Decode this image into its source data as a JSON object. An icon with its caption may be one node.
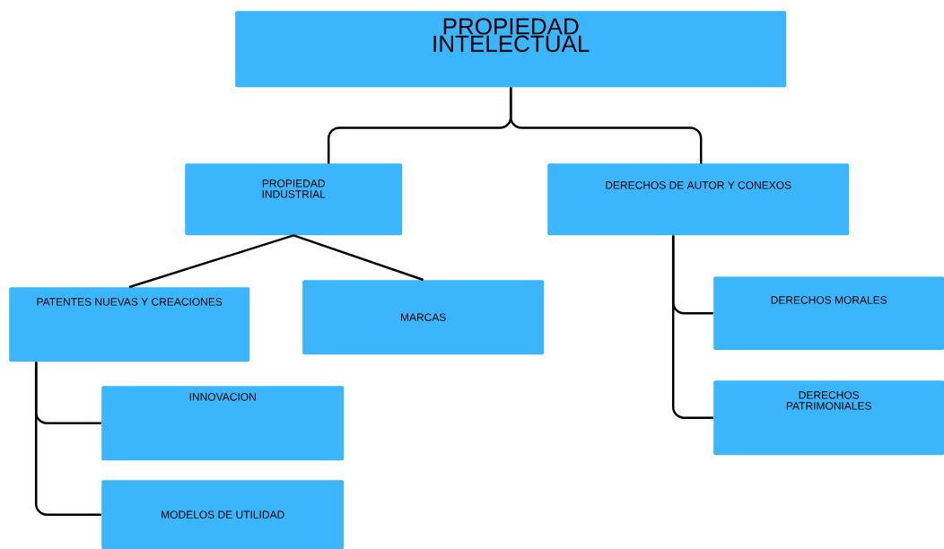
{
  "diagram": {
    "nodes": [
      {
        "text": [
          "PROPIEDAD INTELECTUAL"
        ]
      },
      {
        "text": [
          "PROPIEDAD INDUSTRIAL"
        ]
      },
      {
        "text": [
          "DERECHOS DE AUTOR Y CONEXOS"
        ]
      },
      {
        "text": [
          "PATENTES NUEVAS Y CREACIONES"
        ]
      },
      {
        "text": [
          "MARCAS"
        ]
      },
      {
        "text": [
          "INNOVACION"
        ]
      },
      {
        "text": [
          "MODELOS DE UTILIDAD"
        ]
      },
      {
        "text": [
          "DERECHOS MORALES"
        ]
      },
      {
        "text": [
          "DERECHOS PATRIMONIALES"
        ]
      }
    ],
    "edges": [
      {
        "from": 0,
        "to": 1,
        "arrow": "none"
      },
      {
        "from": 0,
        "to": 2,
        "arrow": "none"
      },
      {
        "from": 1,
        "to": 3,
        "arrow": "none"
      },
      {
        "from": 1,
        "to": 4,
        "arrow": "none"
      },
      {
        "from": 3,
        "to": 5,
        "arrow": "none"
      },
      {
        "from": 3,
        "to": 6,
        "arrow": "none"
      },
      {
        "from": 2,
        "to": 7,
        "arrow": "none"
      },
      {
        "from": 2,
        "to": 8,
        "arrow": "none"
      }
    ]
  }
}
